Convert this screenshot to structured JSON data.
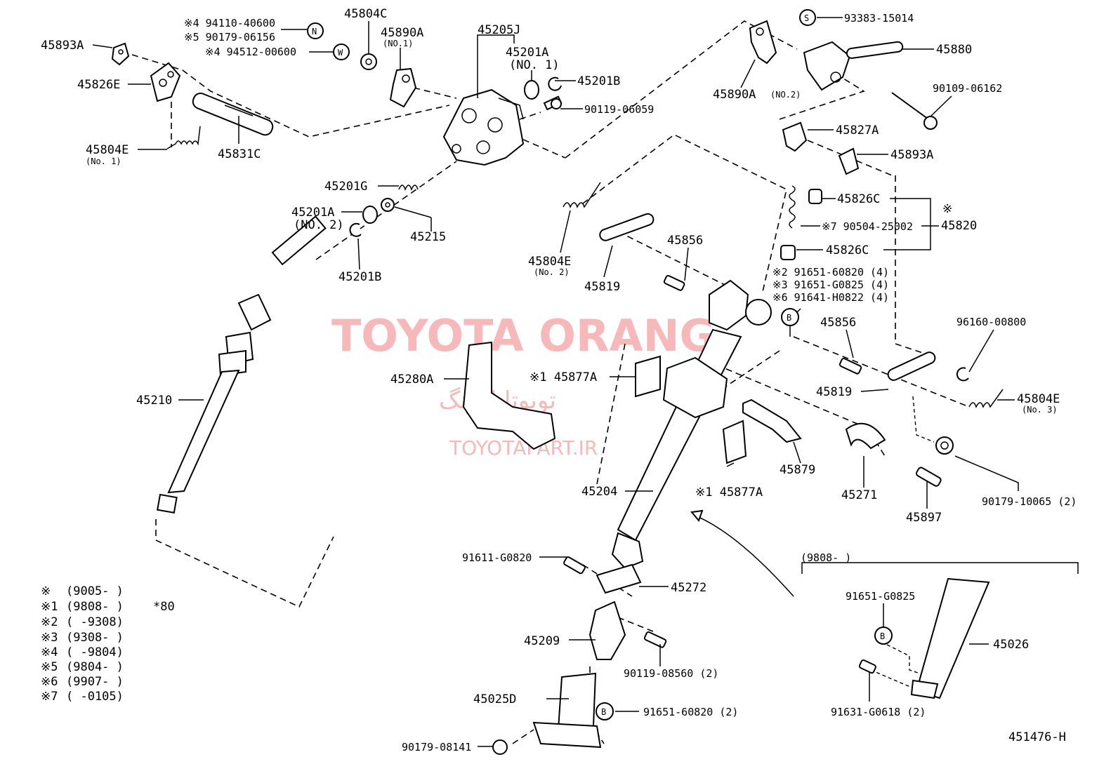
{
  "diagram": {
    "code": "451476-H",
    "watermark": {
      "title": "TOYOTA ORANG",
      "persian": "تویوتا اورنگ",
      "site": "TOYOTAPART.IR"
    },
    "labels": {
      "p45893A_1": "45893A",
      "p45826E": "45826E",
      "p45804E_1": "45804E",
      "p45804E_1_sub": "(No. 1)",
      "p45831C": "45831C",
      "n94110": "※4 94110-40600",
      "n90179_06156": "※5 90179-06156",
      "n94512": "※4 94512-00600",
      "symN": "N",
      "symW": "W",
      "symS": "S",
      "symB1": "B",
      "symB2": "B",
      "symB3": "B",
      "p45804C": "45804C",
      "p45890A_1": "45890A",
      "p45890A_1_sub": "(NO.1)",
      "p45205J": "45205J",
      "p45201A_1": "45201A",
      "p45201A_1_sub": "(NO. 1)",
      "p45201B_1": "45201B",
      "n90119_06059": "90119-06059",
      "p45201G": "45201G",
      "p45201A_2": "45201A",
      "p45201A_2_sub": "(NO. 2)",
      "p45215": "45215",
      "p45201B_2": "45201B",
      "p45210": "45210",
      "p45890A_2": "45890A",
      "p45890A_2_sub": "(NO.2)",
      "n93383": "93383-15014",
      "p45880": "45880",
      "n90109": "90109-06162",
      "p45827A": "45827A",
      "p45893A_2": "45893A",
      "p45826C_1": "45826C",
      "n90504": "※7 90504-25002",
      "p45820": "45820",
      "p45820_mark": "※",
      "p45826C_2": "45826C",
      "p45804E_2": "45804E",
      "p45804E_2_sub": "(No. 2)",
      "p45819_1": "45819",
      "p45856_1": "45856",
      "n91651_60820_4": "※2 91651-60820 (4)",
      "n91651_G0825_4": "※3 91651-G0825 (4)",
      "n91641_H0822_4": "※6 91641-H0822 (4)",
      "p45856_2": "45856",
      "n96160": "96160-00800",
      "p45280A": "45280A",
      "p45877A_1": "※1 45877A",
      "p45819_2": "45819",
      "p45804E_3": "45804E",
      "p45804E_3_sub": "(No. 3)",
      "p45879": "45879",
      "p45271": "45271",
      "n90179_10065": "90179-10065 (2)",
      "p45204": "45204",
      "p45877A_2": "※1 45877A",
      "p45897": "45897",
      "n91611": "91611-G0820",
      "p45272": "45272",
      "p45209": "45209",
      "n90119_08560": "90119-08560 (2)",
      "p45025D": "45025D",
      "n91651_60820_2": "91651-60820 (2)",
      "n90179_08141": "90179-08141",
      "inset_range": "(9808-       )",
      "n91651_G0825": "91651-G0825",
      "p45026": "45026",
      "n91631": "91631-G0618 (2)"
    },
    "legend": [
      {
        "mark": "※",
        "range": "(9005-      )",
        "extra": ""
      },
      {
        "mark": "※1",
        "range": "(9808-      )",
        "extra": "*80"
      },
      {
        "mark": "※2",
        "range": "(      -9308)",
        "extra": ""
      },
      {
        "mark": "※3",
        "range": "(9308-      )",
        "extra": ""
      },
      {
        "mark": "※4",
        "range": "(      -9804)",
        "extra": ""
      },
      {
        "mark": "※5",
        "range": "(9804-      )",
        "extra": ""
      },
      {
        "mark": "※6",
        "range": "(9907-      )",
        "extra": ""
      },
      {
        "mark": "※7",
        "range": "(      -0105)",
        "extra": ""
      }
    ]
  }
}
